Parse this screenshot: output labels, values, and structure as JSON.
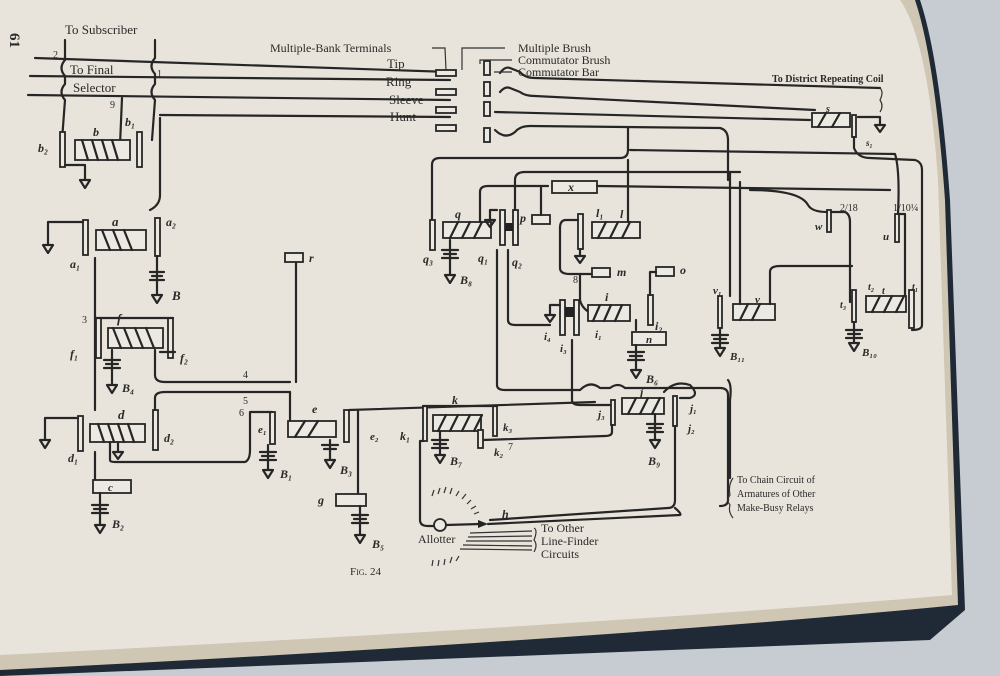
{
  "page": {
    "page_number": "61",
    "figure_caption": "Fig. 24"
  },
  "top_labels": {
    "to_subscriber": "To Subscriber",
    "to_final": "To Final",
    "selector": "Selector",
    "multiple_bank_terminals": "Multiple-Bank Terminals",
    "multiple_brush": "Multiple Brush",
    "commutator_brush": "Commutator Brush",
    "commutator_bar": "Commutator Bar",
    "to_district": "To District Repeating Coil"
  },
  "lines": [
    "Tip",
    "Ring",
    "Sleeve",
    "Hunt"
  ],
  "wire_numbers": {
    "n1": "1",
    "n2": "2",
    "n3": "3",
    "n4": "4",
    "n5": "5",
    "n6": "6",
    "n7": "7",
    "n8": "8",
    "n9": "9",
    "w_ratio": "2/18",
    "u_ratio": "1/10¼"
  },
  "relays": {
    "a": "a",
    "a1": "a₁",
    "a2": "a₂",
    "b": "b",
    "b1": "b₁",
    "b2": "b₂",
    "c": "c",
    "d": "d",
    "d1": "d₁",
    "d2": "d₂",
    "e": "e",
    "e1": "e₁",
    "e2": "e₂",
    "f": "f",
    "f1": "f₁",
    "f2": "f₂",
    "g": "g",
    "h": "h",
    "i": "i",
    "i1": "i₁",
    "i2": "i₂",
    "i3": "i₃",
    "i4": "i₄",
    "j": "j",
    "j1": "j₁",
    "j2": "j₂",
    "j3": "j₃",
    "k": "k",
    "k1": "k₁",
    "k2": "k₂",
    "k3": "k₃",
    "l": "l",
    "l1": "l₁",
    "m": "m",
    "n": "n",
    "o": "o",
    "p": "p",
    "q": "q",
    "q1": "q₁",
    "q2": "q₂",
    "q3": "q₃",
    "r": "r",
    "s": "s",
    "s1": "s₁",
    "t": "t",
    "t1": "t₁",
    "t2": "t₂",
    "t3": "t₃",
    "u": "u",
    "v": "v",
    "v1": "v₁",
    "w": "w",
    "x": "x"
  },
  "batteries": {
    "B": "B",
    "B1": "B₁",
    "B2": "B₂",
    "B3": "B₃",
    "B4": "B₄",
    "B5": "B₅",
    "B6": "B₆",
    "B7": "B₇",
    "B8": "B₈",
    "B9": "B₉",
    "B10": "B₁₀",
    "B11": "B₁₁"
  },
  "bottom_labels": {
    "allotter": "Allotter",
    "to_other": "To Other",
    "line_finder": "Line-Finder",
    "circuits": "Circuits",
    "chain1": "To Chain Circuit of",
    "chain2": "Armatures of Other",
    "chain3": "Make-Busy Relays"
  }
}
